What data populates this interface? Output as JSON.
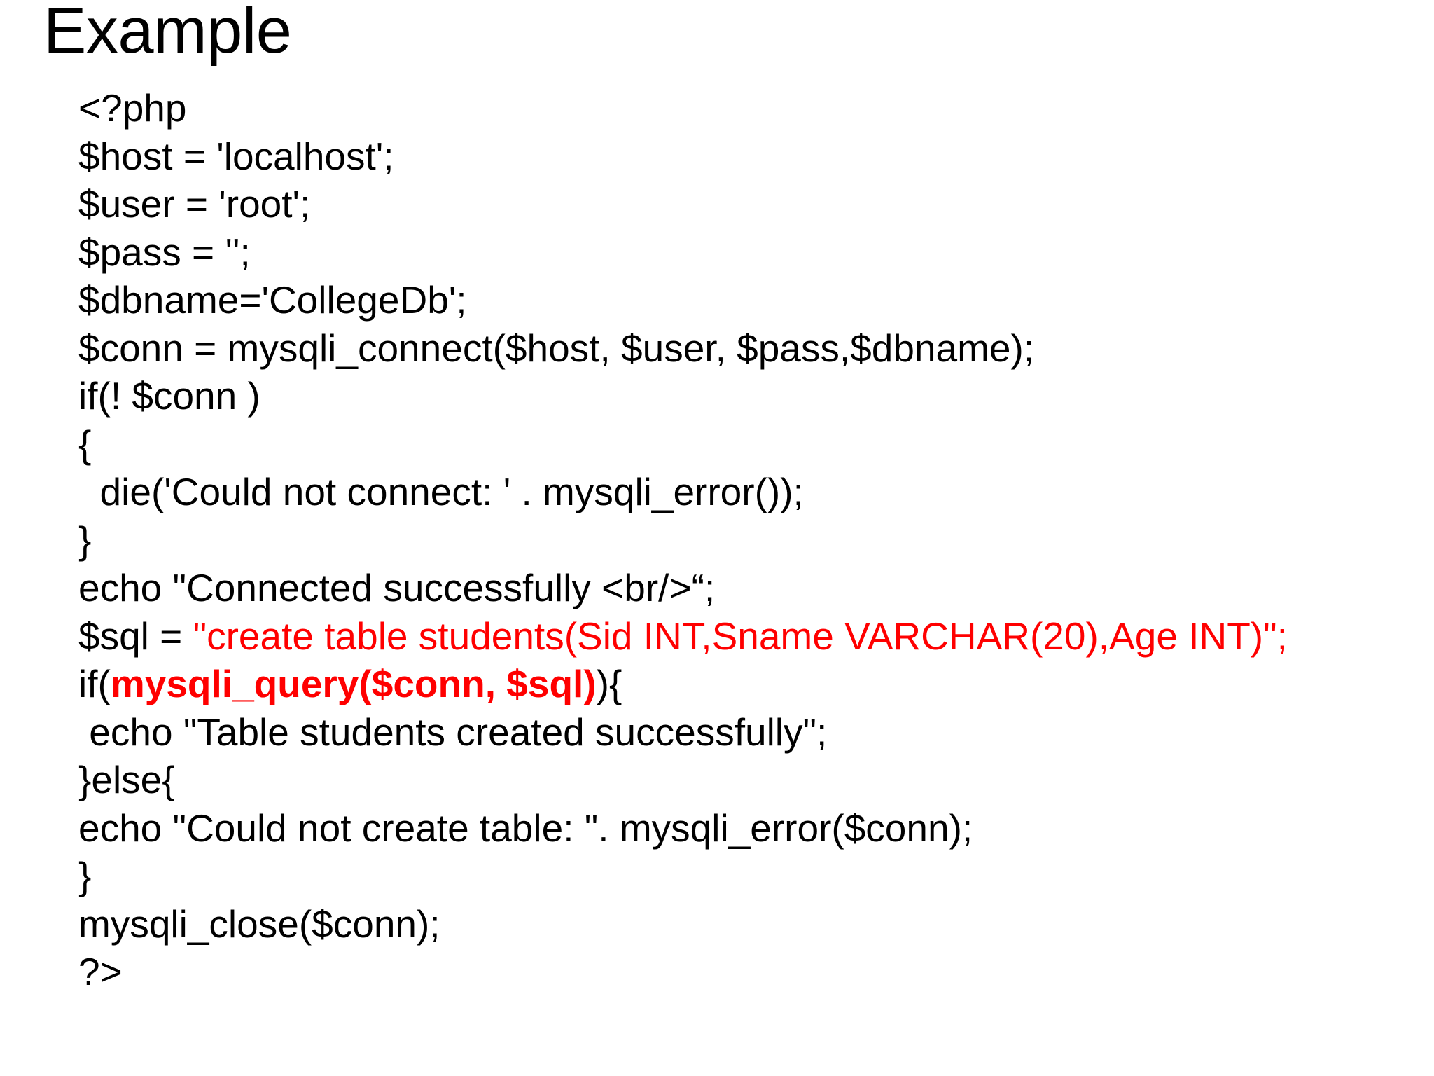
{
  "slide": {
    "title": "Example",
    "background_color": "#FFFFFF",
    "text_color": "#000000",
    "accent_color": "#FF0000"
  },
  "code": {
    "language": "php",
    "lines": [
      {
        "id": "line-1",
        "segments": [
          {
            "text": "<?php",
            "style": "plain"
          }
        ]
      },
      {
        "id": "line-2",
        "segments": [
          {
            "text": "$host = 'localhost';",
            "style": "plain"
          }
        ]
      },
      {
        "id": "line-3",
        "segments": [
          {
            "text": "$user = 'root';",
            "style": "plain"
          }
        ]
      },
      {
        "id": "line-4",
        "segments": [
          {
            "text": "$pass = '';",
            "style": "plain"
          }
        ]
      },
      {
        "id": "line-5",
        "segments": [
          {
            "text": "$dbname='CollegeDb';",
            "style": "plain"
          }
        ]
      },
      {
        "id": "line-6",
        "segments": [
          {
            "text": "$conn = mysqli_connect($host, $user, $pass,$dbname);",
            "style": "plain"
          }
        ]
      },
      {
        "id": "line-7",
        "segments": [
          {
            "text": "if(! $conn )",
            "style": "plain"
          }
        ]
      },
      {
        "id": "line-8",
        "segments": [
          {
            "text": "{",
            "style": "plain"
          }
        ]
      },
      {
        "id": "line-9",
        "segments": [
          {
            "text": "  die('Could not connect: ' . mysqli_error());",
            "style": "plain"
          }
        ]
      },
      {
        "id": "line-10",
        "segments": [
          {
            "text": "}",
            "style": "plain"
          }
        ]
      },
      {
        "id": "line-11",
        "segments": [
          {
            "text": "echo \"Connected successfully <br/>“;",
            "style": "plain"
          }
        ]
      },
      {
        "id": "line-12",
        "segments": [
          {
            "text": "$sql = ",
            "style": "plain"
          },
          {
            "text": "\"create table students(Sid INT,Sname VARCHAR(20),Age INT)\";",
            "style": "red"
          }
        ]
      },
      {
        "id": "line-13",
        "segments": [
          {
            "text": "if(",
            "style": "plain"
          },
          {
            "text": "mysqli_query($conn, $sql)",
            "style": "red-bold"
          },
          {
            "text": "){",
            "style": "plain"
          }
        ]
      },
      {
        "id": "line-14",
        "segments": [
          {
            "text": " echo \"Table students created successfully\";",
            "style": "plain"
          }
        ]
      },
      {
        "id": "line-15",
        "segments": [
          {
            "text": "}else{",
            "style": "plain"
          }
        ]
      },
      {
        "id": "line-16",
        "segments": [
          {
            "text": "echo \"Could not create table: \". mysqli_error($conn);",
            "style": "plain"
          }
        ]
      },
      {
        "id": "line-17",
        "segments": [
          {
            "text": "}",
            "style": "plain"
          }
        ]
      },
      {
        "id": "line-18",
        "segments": [
          {
            "text": "mysqli_close($conn);",
            "style": "plain"
          }
        ]
      },
      {
        "id": "line-19",
        "segments": [
          {
            "text": "?>",
            "style": "plain"
          }
        ]
      }
    ]
  }
}
